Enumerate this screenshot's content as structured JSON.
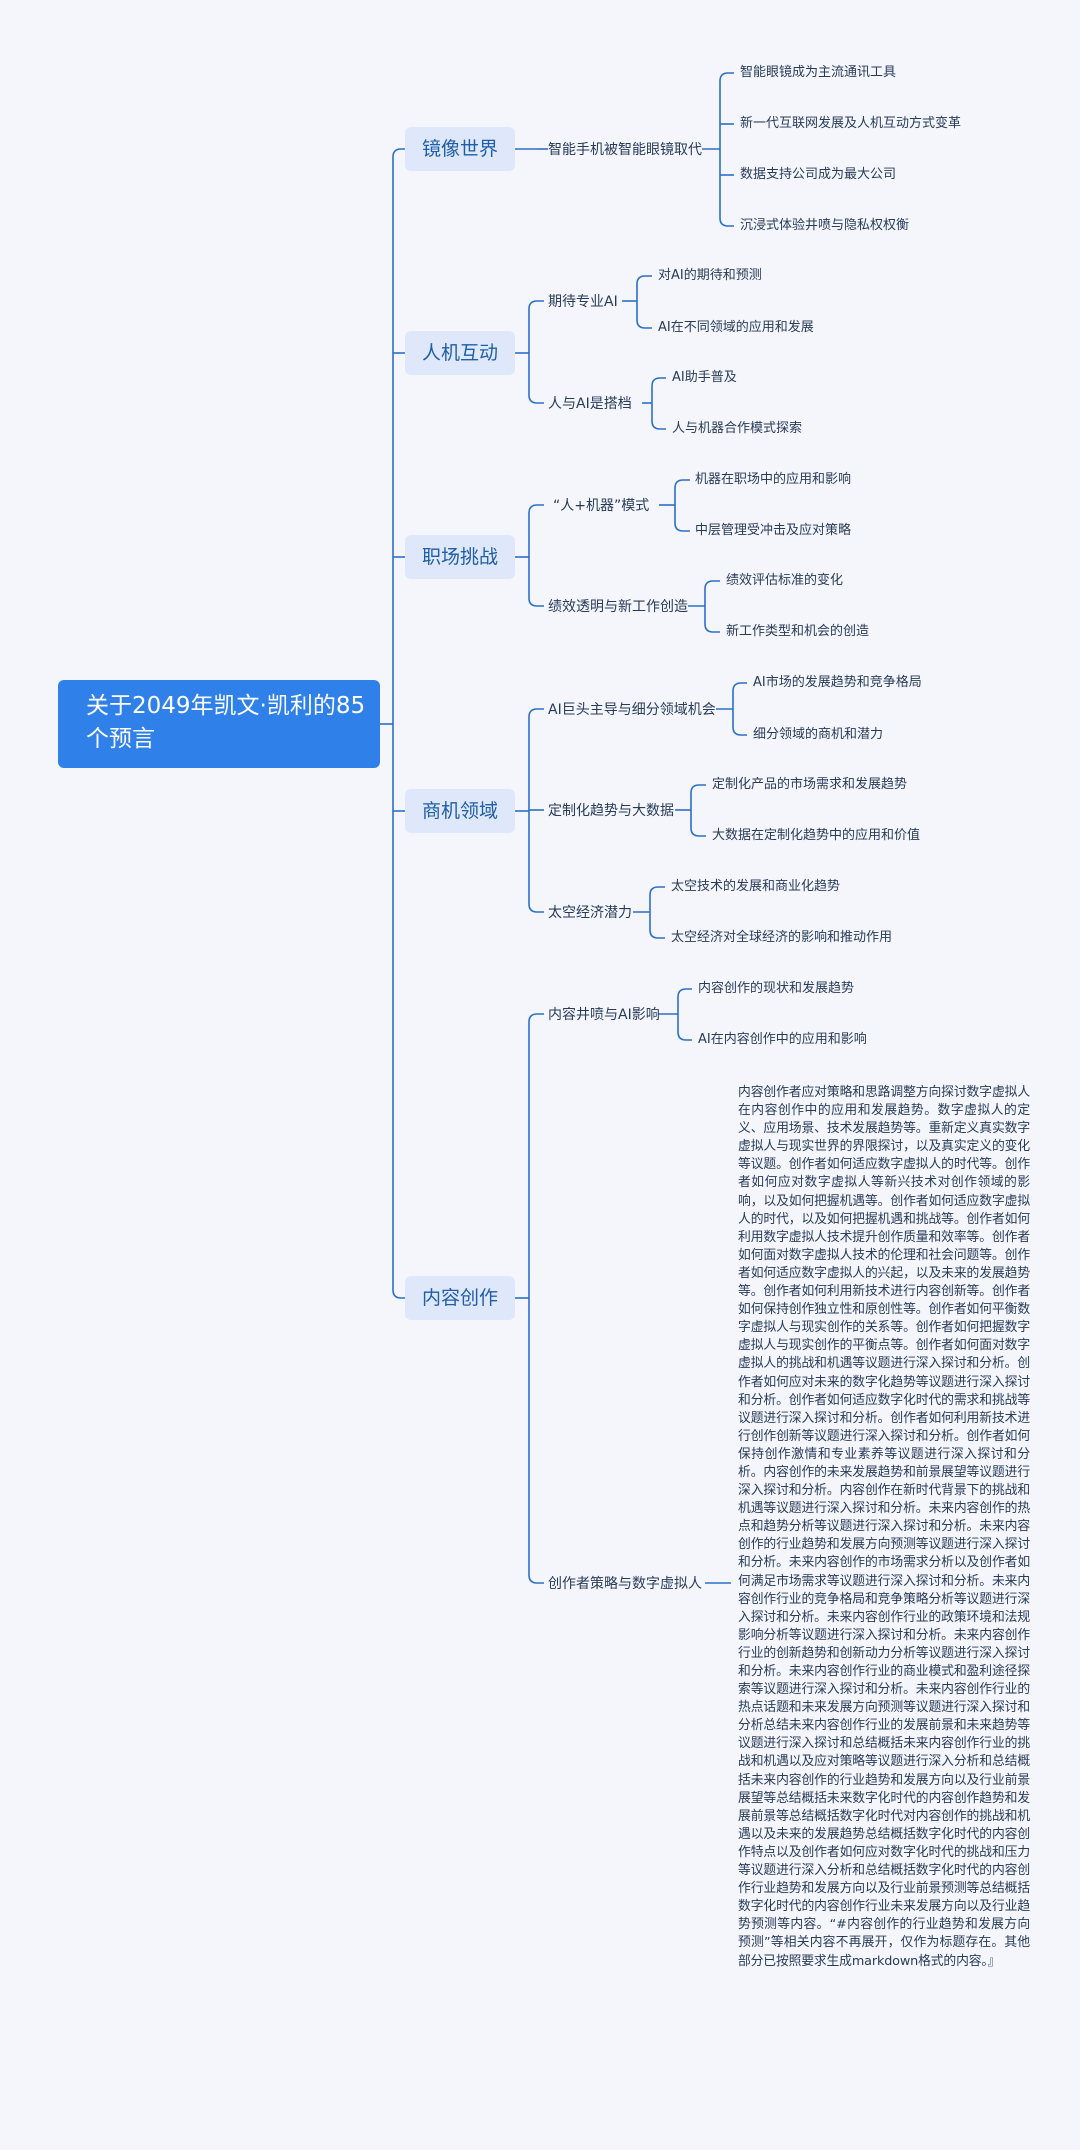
{
  "root": "关于2049年凯文·凯利的85个预言",
  "branches": [
    {
      "label": "镜像世界",
      "topics": [
        {
          "label": "智能手机被智能眼镜取代",
          "children": [
            "智能眼镜成为主流通讯工具",
            "新一代互联网发展及人机互动方式变革",
            "数据支持公司成为最大公司",
            "沉浸式体验井喷与隐私权权衡"
          ]
        }
      ]
    },
    {
      "label": "人机互动",
      "topics": [
        {
          "label": "期待专业AI",
          "children": [
            "对AI的期待和预测",
            "AI在不同领域的应用和发展"
          ]
        },
        {
          "label": "人与AI是搭档",
          "children": [
            "AI助手普及",
            "人与机器合作模式探索"
          ]
        }
      ]
    },
    {
      "label": "职场挑战",
      "topics": [
        {
          "label": "“人+机器”模式",
          "children": [
            "机器在职场中的应用和影响",
            "中层管理受冲击及应对策略"
          ]
        },
        {
          "label": "绩效透明与新工作创造",
          "children": [
            "绩效评估标准的变化",
            "新工作类型和机会的创造"
          ]
        }
      ]
    },
    {
      "label": "商机领域",
      "topics": [
        {
          "label": "AI巨头主导与细分领域机会",
          "children": [
            "AI市场的发展趋势和竞争格局",
            "细分领域的商机和潜力"
          ]
        },
        {
          "label": "定制化趋势与大数据",
          "children": [
            "定制化产品的市场需求和发展趋势",
            "大数据在定制化趋势中的应用和价值"
          ]
        },
        {
          "label": "太空经济潜力",
          "children": [
            "太空技术的发展和商业化趋势",
            "太空经济对全球经济的影响和推动作用"
          ]
        }
      ]
    },
    {
      "label": "内容创作",
      "topics": [
        {
          "label": "内容井喷与AI影响",
          "children": [
            "内容创作的现状和发展趋势",
            "AI在内容创作中的应用和影响"
          ]
        },
        {
          "label": "创作者策略与数字虚拟人",
          "paragraph": "内容创作者应对策略和思路调整方向探讨数字虚拟人在内容创作中的应用和发展趋势。数字虚拟人的定义、应用场景、技术发展趋势等。重新定义真实数字虚拟人与现实世界的界限探讨，以及真实定义的变化等议题。创作者如何适应数字虚拟人的时代等。创作者如何应对数字虚拟人等新兴技术对创作领域的影响，以及如何把握机遇等。创作者如何适应数字虚拟人的时代，以及如何把握机遇和挑战等。创作者如何利用数字虚拟人技术提升创作质量和效率等。创作者如何面对数字虚拟人技术的伦理和社会问题等。创作者如何适应数字虚拟人的兴起，以及未来的发展趋势等。创作者如何利用新技术进行内容创新等。创作者如何保持创作独立性和原创性等。创作者如何平衡数字虚拟人与现实创作的关系等。创作者如何把握数字虚拟人与现实创作的平衡点等。创作者如何面对数字虚拟人的挑战和机遇等议题进行深入探讨和分析。创作者如何应对未来的数字化趋势等议题进行深入探讨和分析。创作者如何适应数字化时代的需求和挑战等议题进行深入探讨和分析。创作者如何利用新技术进行创作创新等议题进行深入探讨和分析。创作者如何保持创作激情和专业素养等议题进行深入探讨和分析。内容创作的未来发展趋势和前景展望等议题进行深入探讨和分析。内容创作在新时代背景下的挑战和机遇等议题进行深入探讨和分析。未来内容创作的热点和趋势分析等议题进行深入探讨和分析。未来内容创作的行业趋势和发展方向预测等议题进行深入探讨和分析。未来内容创作的市场需求分析以及创作者如何满足市场需求等议题进行深入探讨和分析。未来内容创作行业的竞争格局和竞争策略分析等议题进行深入探讨和分析。未来内容创作行业的政策环境和法规影响分析等议题进行深入探讨和分析。未来内容创作行业的创新趋势和创新动力分析等议题进行深入探讨和分析。未来内容创作行业的商业模式和盈利途径探索等议题进行深入探讨和分析。未来内容创作行业的热点话题和未来发展方向预测等议题进行深入探讨和分析总结未来内容创作行业的发展前景和未来趋势等议题进行深入探讨和总结概括未来内容创作行业的挑战和机遇以及应对策略等议题进行深入分析和总结概括未来内容创作的行业趋势和发展方向以及行业前景展望等总结概括未来数字化时代的内容创作趋势和发展前景等总结概括数字化时代对内容创作的挑战和机遇以及未来的发展趋势总结概括数字化时代的内容创作特点以及创作者如何应对数字化时代的挑战和压力等议题进行深入分析和总结概括数字化时代的内容创作行业趋势和发展方向以及行业前景预测等总结概括数字化时代的内容创作行业未来发展方向以及行业趋势预测等内容。“#内容创作的行业趋势和发展方向预测”等相关内容不再展开，仅作为标题存在。其他部分已按照要求生成markdown格式的内容。』"
        }
      ]
    }
  ]
}
